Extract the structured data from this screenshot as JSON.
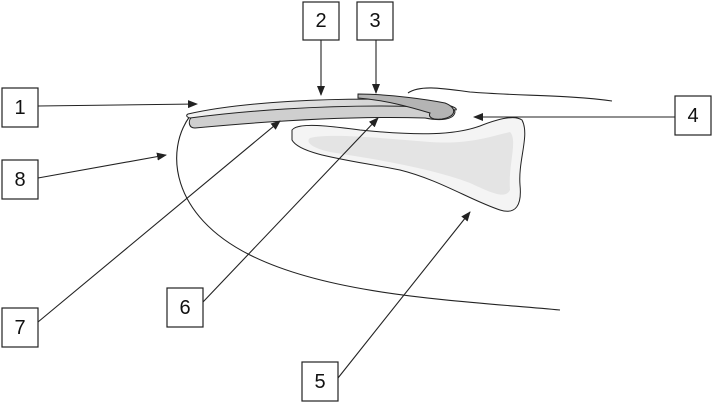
{
  "diagram": {
    "subject": "fingernail-anatomy",
    "labels": [
      "1",
      "2",
      "3",
      "4",
      "5",
      "6",
      "7",
      "8"
    ],
    "colors": {
      "line": "#222222",
      "nail": "#d6d6d6",
      "matrix": "#b4b4b4",
      "bone": "#e6e6e6",
      "bone_edge": "#f4f4f4"
    }
  }
}
